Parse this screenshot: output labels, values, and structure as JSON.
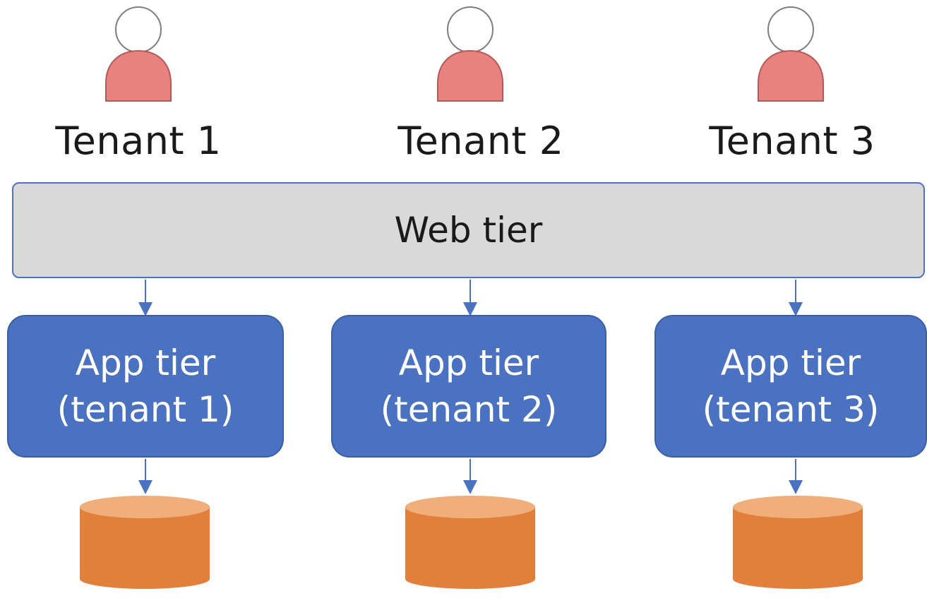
{
  "tenants": [
    {
      "label": "Tenant 1"
    },
    {
      "label": "Tenant 2"
    },
    {
      "label": "Tenant 3"
    }
  ],
  "web_tier": {
    "label": "Web tier"
  },
  "app_tiers": [
    {
      "line1": "App tier",
      "line2": "(tenant 1)"
    },
    {
      "line1": "App tier",
      "line2": "(tenant 2)"
    },
    {
      "line1": "App tier",
      "line2": "(tenant 3)"
    }
  ],
  "colors": {
    "person_body": "#e8827f",
    "person_outline": "#b35a58",
    "web_tier_fill": "#d9d9d9",
    "web_tier_border": "#4d73b8",
    "app_tier_fill": "#4a72c0",
    "arrow": "#4a72c0",
    "database_top": "#f0ae7a",
    "database_body": "#e2803b"
  }
}
